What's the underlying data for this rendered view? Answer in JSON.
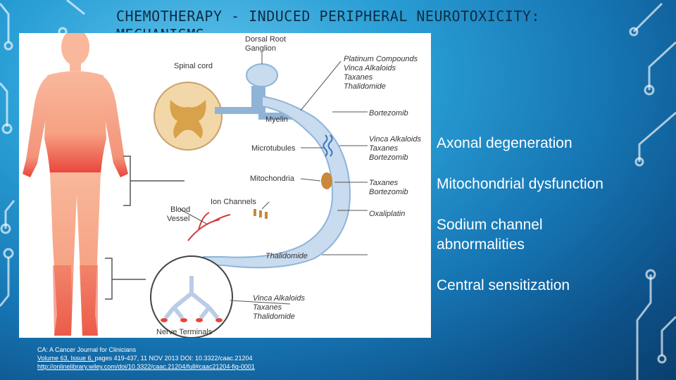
{
  "title": "CHEMOTHERAPY - INDUCED PERIPHERAL NEUROTOXICITY: MECHANISMS",
  "figure": {
    "labels": {
      "dorsal_root": "Dorsal Root",
      "ganglion": "Ganglion",
      "spinal_cord": "Spinal cord",
      "myelin": "Myelin",
      "microtubules": "Microtubules",
      "mitochondria": "Mitochondria",
      "ion_channels": "Ion Channels",
      "blood": "Blood",
      "vessel": "Vessel",
      "nerve_terminals": "Nerve Terminals"
    },
    "drugs": {
      "group1": [
        "Platinum Compounds",
        "Vinca Alkaloids",
        "Taxanes",
        "Thalidomide"
      ],
      "group2": [
        "Bortezomib"
      ],
      "group3": [
        "Vinca Alkaloids",
        "Taxanes",
        "Bortezomib"
      ],
      "group4": [
        "Taxanes",
        "Bortezomib"
      ],
      "group5": [
        "Oxaliplatin"
      ],
      "group6": [
        "Thalidomide"
      ],
      "group7": [
        "Vinca Alkaloids",
        "Taxanes",
        "Thalidomide"
      ]
    }
  },
  "bullets": [
    "Axonal degeneration",
    "Mitochondrial dysfunction",
    "Sodium channel abnormalities",
    "Central  sensitization"
  ],
  "citation": {
    "line1": "CA: A Cancer Journal for Clinicians",
    "link1": "Volume 63, Issue 6, ",
    "line2_rest": "pages 419-437, 11 NOV 2013 DOI: 10.3322/caac.21204",
    "link2": "http://onlinelibrary.wiley.com/doi/10.3322/caac.21204/full#caac21204-fig-0001"
  },
  "colors": {
    "background": "#2a9fd6",
    "circuit": "#ffffff",
    "body_skin": "#f7a98a",
    "body_red": "#e8453a",
    "nerve": "#b8cde6",
    "spinal_tan": "#d8a24a"
  }
}
